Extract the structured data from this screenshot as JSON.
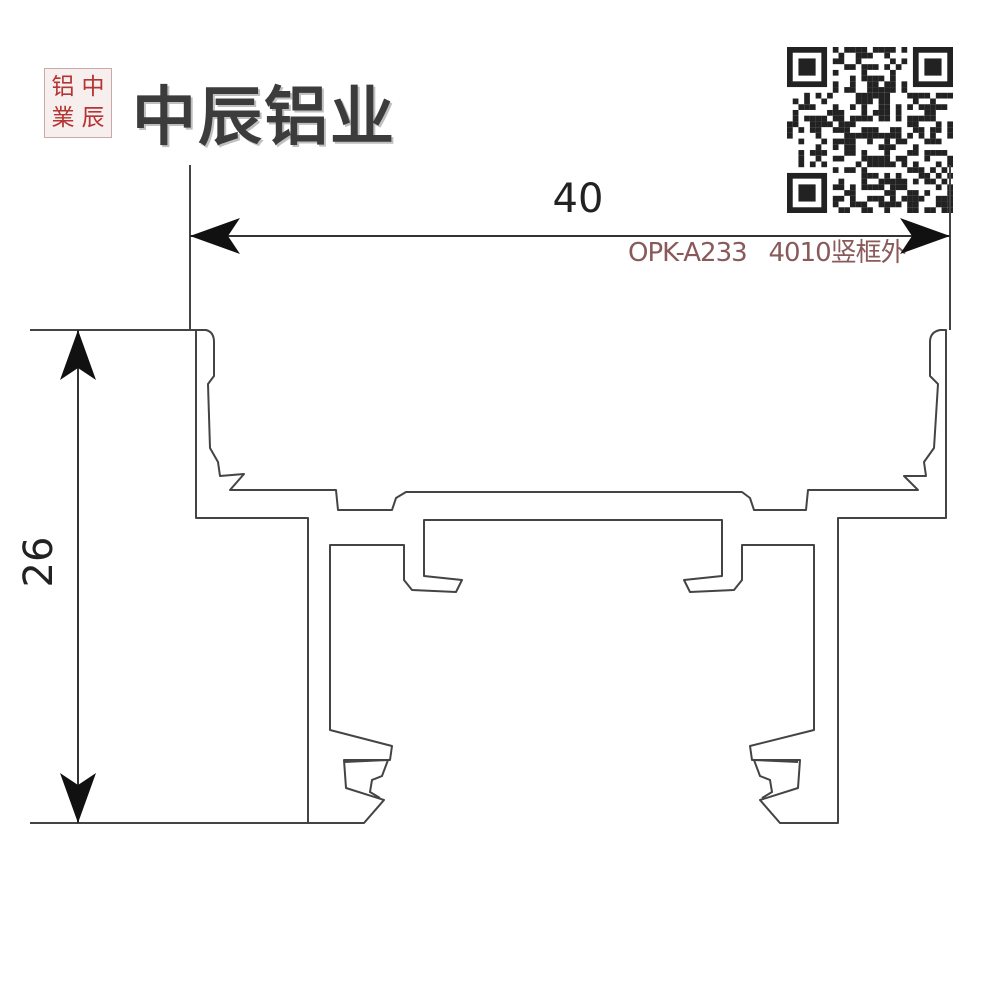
{
  "logo": {
    "seal_chars": [
      "铝",
      "中",
      "業",
      "辰"
    ],
    "brand_name": "中辰铝业"
  },
  "qr_icon": "qr-code-icon",
  "model_label": "OPK-A233   4010竖框外",
  "dimensions": {
    "width_value": "40",
    "height_value": "26"
  },
  "colors": {
    "line": "#444444",
    "seal_red": "#b53434",
    "label_brown": "#8a5a5a"
  }
}
